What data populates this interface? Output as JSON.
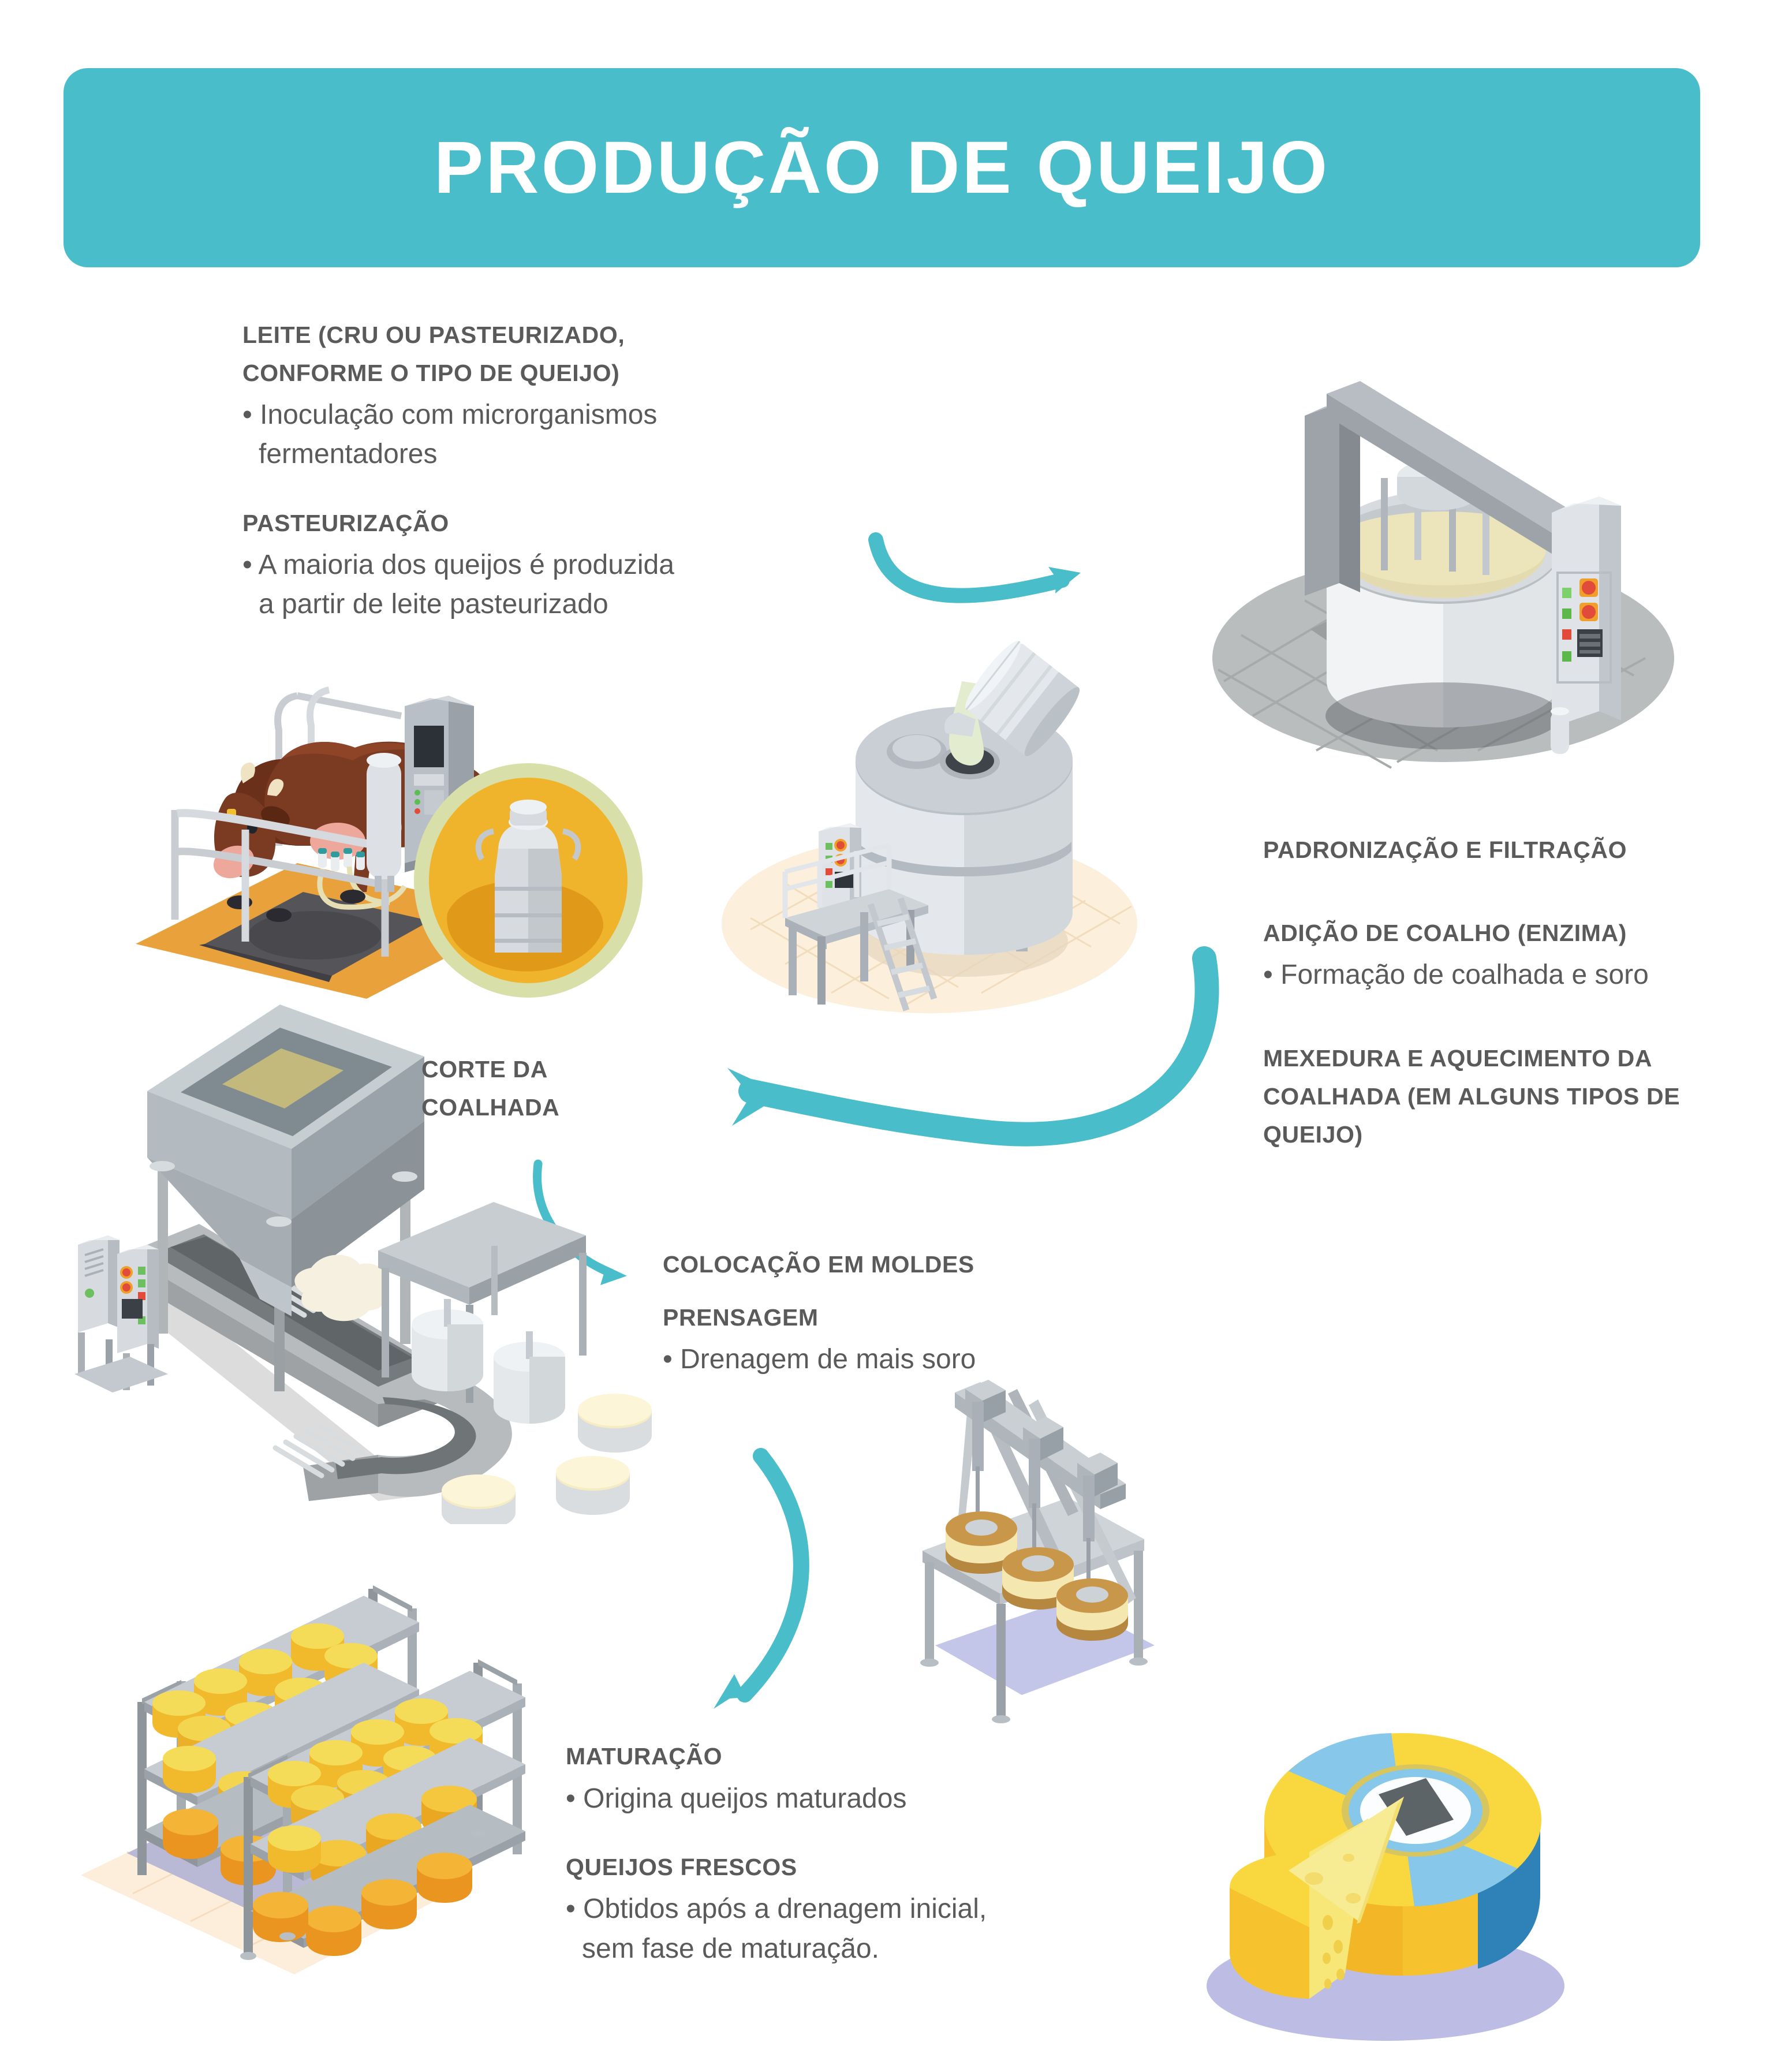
{
  "poster": {
    "title": "PRODUÇÃO DE QUEIJO",
    "language": "pt-BR",
    "accent_color": "#4abdca",
    "text_color": "#5a5a5a",
    "background_color": "#ffffff"
  },
  "steps": {
    "leite": {
      "heading": "LEITE (CRU OU PASTEURIZADO,\nCONFORME O TIPO DE QUEIJO)",
      "bullet": "• Inoculação com microrganismos\n   fermentadores"
    },
    "pasteurizacao": {
      "heading": "PASTEURIZAÇÃO",
      "bullet": "• A maioria dos queijos é produzida\n   a partir de leite pasteurizado"
    },
    "padronizacao": {
      "heading": "PADRONIZAÇÃO E FILTRAÇÃO"
    },
    "coalho": {
      "heading": "ADIÇÃO DE COALHO (ENZIMA)",
      "bullet": "• Formação de coalhada e soro"
    },
    "mexedura": {
      "heading": "MEXEDURA E AQUECIMENTO DA\nCOALHADA (EM ALGUNS TIPOS DE\nQUEIJO)"
    },
    "corte": {
      "heading": "CORTE DA\nCOALHADA"
    },
    "moldes": {
      "heading": "COLOCAÇÃO EM MOLDES"
    },
    "prensagem": {
      "heading": "PRENSAGEM",
      "bullet": "• Drenagem de mais soro"
    },
    "maturacao": {
      "heading": "MATURAÇÃO",
      "bullet": "• Origina queijos maturados"
    },
    "frescos": {
      "heading": "QUEIJOS FRESCOS",
      "bullet": "• Obtidos após a drenagem inicial,\n   sem fase de maturação."
    }
  },
  "illustrations": {
    "cow_milking": "cow-milking-station",
    "milk_can": "milk-can",
    "pasteurizer": "pasteurization-tank",
    "cheese_vat": "cheese-vat-with-stirrer",
    "conveyor": "curd-hopper-conveyor",
    "press": "cheese-press-rack",
    "aging_racks": "cheese-aging-racks",
    "cheese_wheel": "cheese-wheel-with-slice"
  },
  "arrows": [
    {
      "name": "arrow-leite-to-vat",
      "direction": "right"
    },
    {
      "name": "arrow-vat-to-corte",
      "direction": "left"
    },
    {
      "name": "arrow-corte-to-moldes",
      "direction": "down-right"
    },
    {
      "name": "arrow-moldes-to-maturacao",
      "direction": "down-left"
    }
  ]
}
